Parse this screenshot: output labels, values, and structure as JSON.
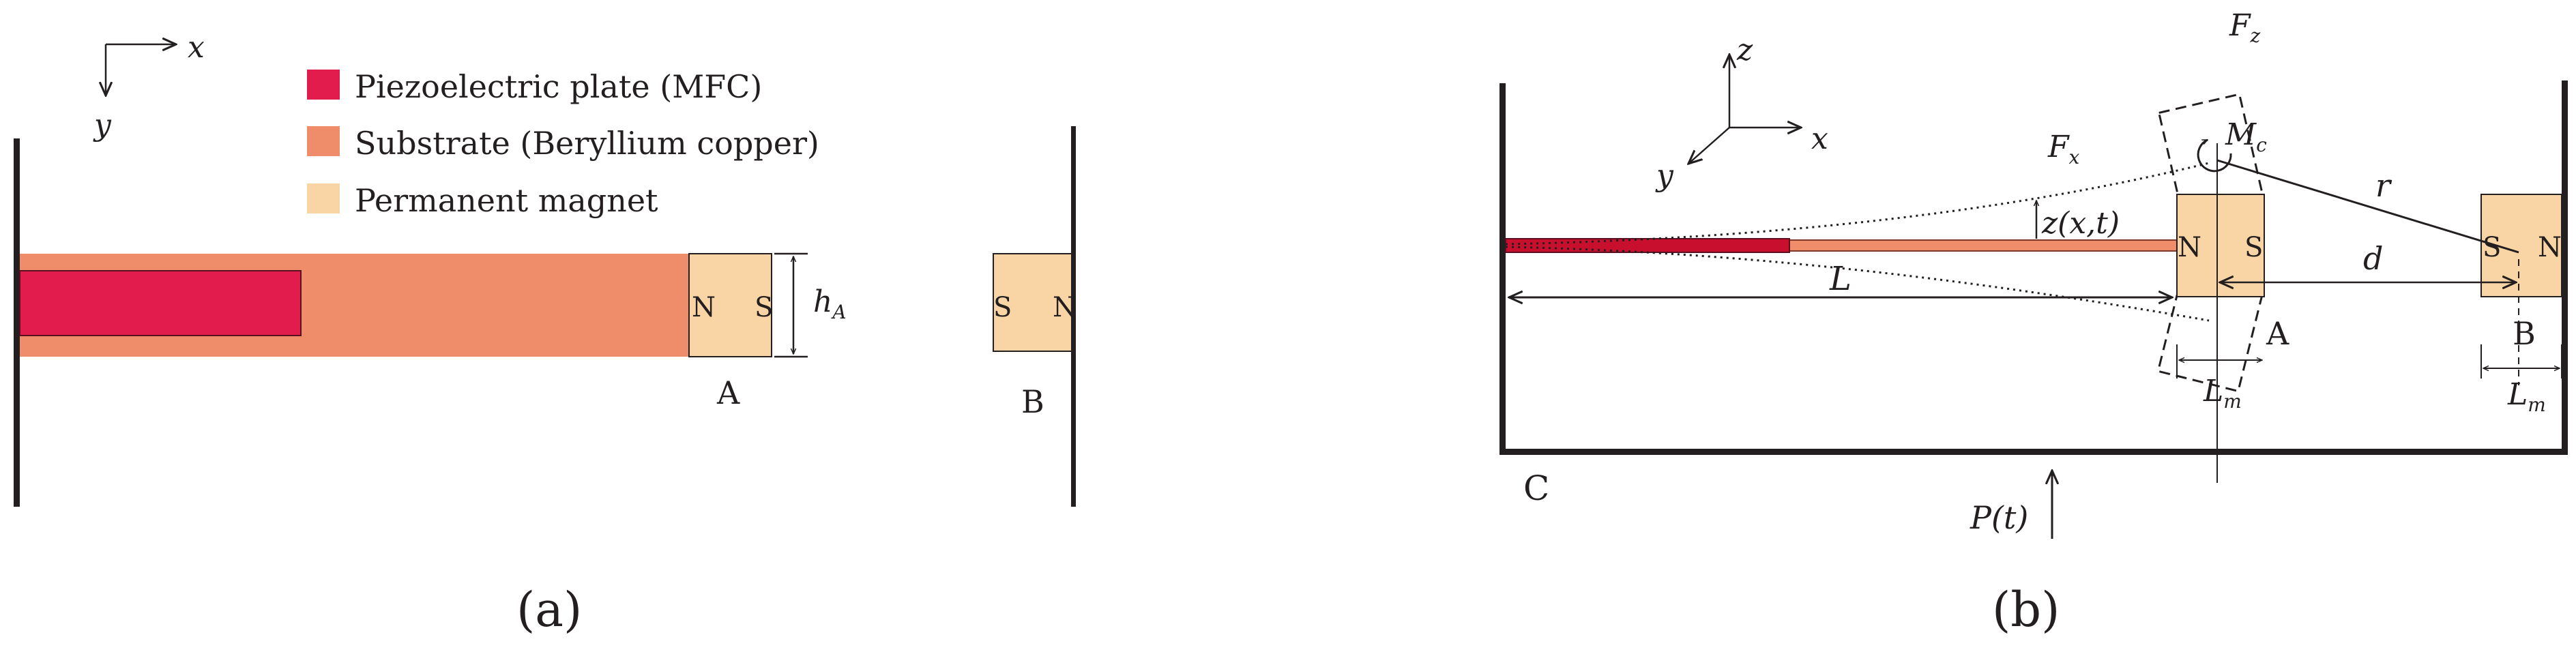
{
  "panel_a": {
    "caption": "(a)",
    "axis_x": "x",
    "axis_y": "y",
    "legend": [
      {
        "label": "Piezoelectric plate (MFC)",
        "color": "#e31c4e"
      },
      {
        "label": "Substrate (Beryllium copper)",
        "color": "#ef8c69"
      },
      {
        "label": "Permanent magnet",
        "color": "#f9d5a5"
      }
    ],
    "magnet_a": {
      "left_pole": "N",
      "right_pole": "S"
    },
    "magnet_b": {
      "left_pole": "S",
      "right_pole": "N"
    },
    "height_label": "h",
    "height_sub": "A",
    "label_a": "A",
    "label_b": "B"
  },
  "panel_b": {
    "caption": "(b)",
    "axis_x": "x",
    "axis_y": "y",
    "axis_z": "z",
    "fz": "F",
    "fz_sub": "z",
    "fx": "F",
    "fx_sub": "x",
    "mc": "M",
    "mc_sub": "c",
    "r": "r",
    "zxt": "z(x,t)",
    "L": "L",
    "d": "d",
    "magnet_a": {
      "left_pole": "N",
      "right_pole": "S"
    },
    "magnet_b": {
      "left_pole": "S",
      "right_pole": "N"
    },
    "label_a": "A",
    "label_b": "B",
    "label_c": "C",
    "lm": "L",
    "lm_sub": "m",
    "lm2": "L",
    "lm2_sub": "m",
    "pt": "P(t)"
  },
  "colors": {
    "piezo": "#e31c4e",
    "substrate": "#ef8c69",
    "magnet": "#f9d5a5",
    "frame": "#231f20"
  }
}
